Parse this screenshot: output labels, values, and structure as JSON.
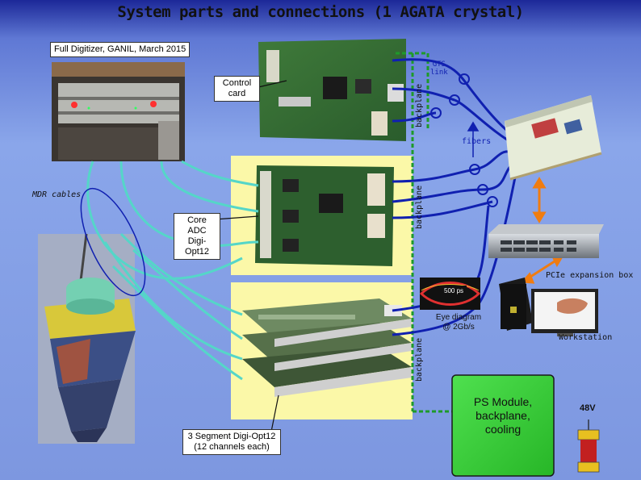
{
  "title": "System parts and connections (1 AGATA crystal)",
  "labels": {
    "full_digitizer": "Full Digitizer, GANIL, March 2015",
    "control_card": "Control\ncard",
    "backplane_top": "backplane",
    "backplane_mid": "backplane",
    "backplane_bottom": "backplane",
    "gts_link": "GTS\nlink",
    "fibers": "fibers",
    "mdr_cables": "MDR cables",
    "core_adc": "Core ADC\nDigi-Opt12",
    "pcie_box": "PCIe expansion box",
    "eye_time": "500 ps",
    "eye_diagram": "Eye diagram\n@ 2Gb/s",
    "workstation": "Workstation",
    "segment_digi": "3 Segment Digi-Opt12\n(12 channels each)",
    "ps_module": "PS Module,\nbackplane,\ncooling",
    "voltage": "48V"
  },
  "colors": {
    "background_top": "#1f2a9c",
    "background_bottom": "#7fa0e6",
    "fiber_blue": "#1020b0",
    "mdr_cyan": "#55d6c8",
    "backplane_green": "#1e9a2a",
    "yellow_panel": "#fbf8a8",
    "ps_green": "#3fd43f",
    "orange_link": "#f07c10"
  }
}
